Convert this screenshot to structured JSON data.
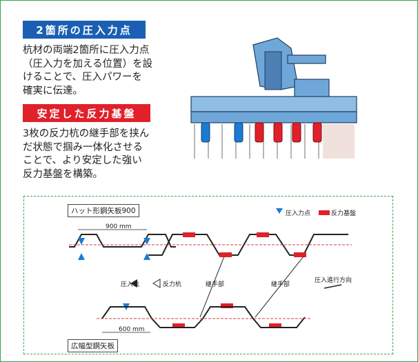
{
  "section1": {
    "heading": "2箇所の圧入力点",
    "lines": [
      "杭材の両端2箇所に圧入力点",
      "（圧入力を加える位置）を設",
      "けることで、圧入パワーを",
      "確実に伝達。"
    ]
  },
  "section2": {
    "heading": "安定した反力基盤",
    "lines": [
      "3枚の反力杭の継手部を挟ん",
      "だ状態で掴み一体化させる",
      "ことで、より安定した強い",
      "反力基盤を構築。"
    ]
  },
  "diagram": {
    "top_pile_label": "ハット形鋼矢板900",
    "top_width_label": "900 mm",
    "bottom_pile_label": "広幅型鋼矢板",
    "bottom_width_label": "600 mm",
    "legend": {
      "press_point": "圧入力点",
      "reaction_base": "反力基盤"
    },
    "pressed_pile_label": "圧入杭",
    "reaction_pile_label": "反力杭",
    "joint_label_1": "継手部",
    "joint_label_2": "継手部",
    "direction_label": "圧入進行方向"
  },
  "colors": {
    "blue_heading": "#1a5fb4",
    "red_heading": "#e0202a",
    "frame_green": "#3aa24a",
    "press_blue": "#1a7ad4",
    "reaction_red": "#e0202a",
    "machine_blue": "#6fa8d8"
  }
}
